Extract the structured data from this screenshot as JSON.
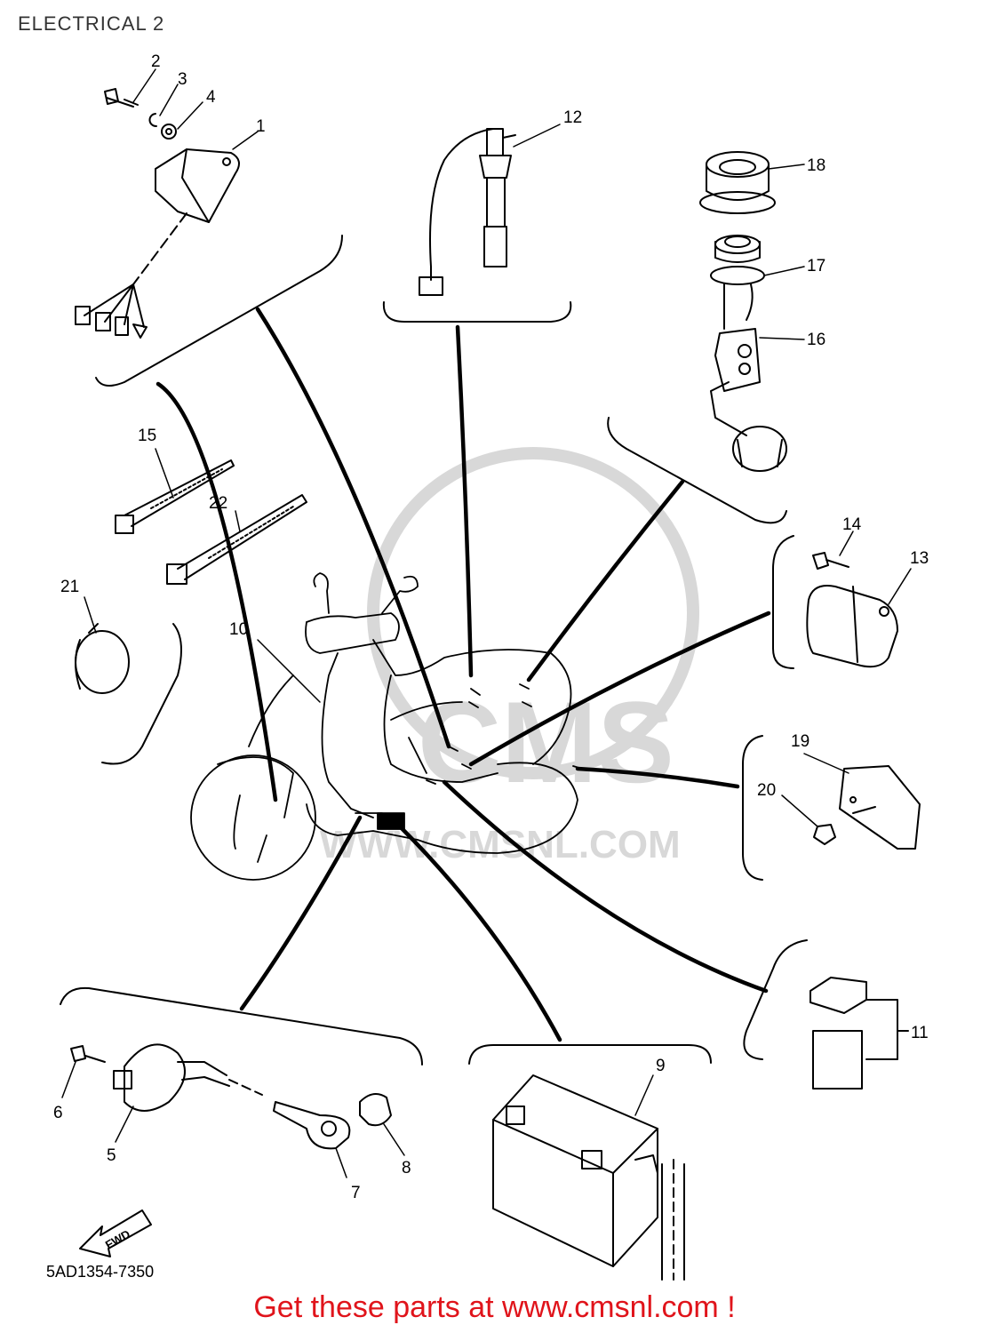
{
  "page": {
    "title": "ELECTRICAL 2",
    "footer_cta": "Get these parts at www.cmsnl.com !",
    "drawing_code": "5AD1354-7350",
    "fwd_label": "FWD"
  },
  "watermark": {
    "brand": "CMS",
    "url": "WWW.CMSNL.COM"
  },
  "callouts": [
    "1",
    "2",
    "3",
    "4",
    "5",
    "6",
    "7",
    "8",
    "9",
    "10",
    "11",
    "12",
    "13",
    "14",
    "15",
    "16",
    "17",
    "18",
    "19",
    "20",
    "21",
    "22"
  ],
  "colors": {
    "cta": "#e0141b",
    "lines": "#000000",
    "watermark": "#d8d8d8"
  }
}
